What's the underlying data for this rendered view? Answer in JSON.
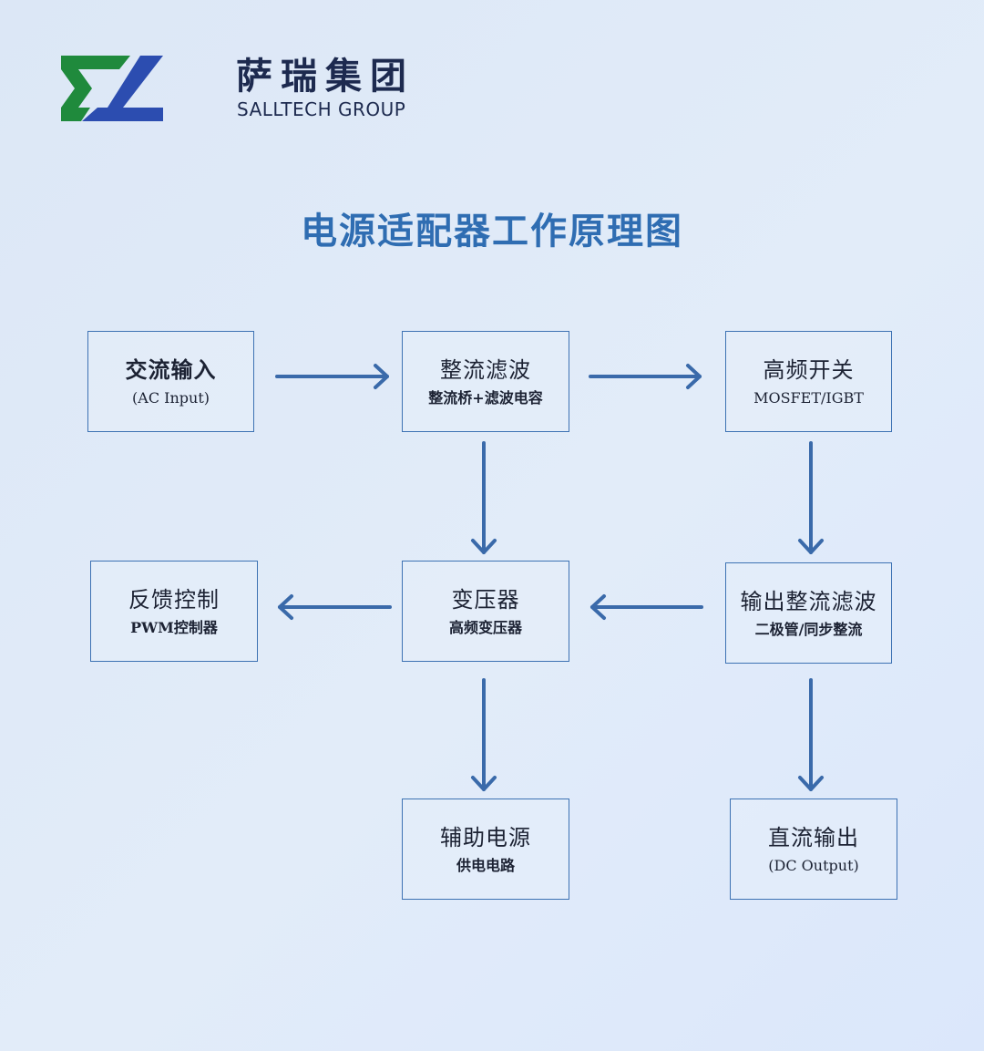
{
  "brand": {
    "name_cn": "萨瑞集团",
    "name_en": "SALLTECH GROUP",
    "colors": {
      "green": "#1f8a3c",
      "blue": "#2c4db0",
      "text": "#1d2a4f"
    }
  },
  "title": "电源适配器工作原理图",
  "colors": {
    "title": "#2f6db2",
    "box_border": "#3d72b3",
    "arrow": "#3a6aaa"
  },
  "nodes": [
    {
      "id": "ac-input",
      "label": "交流输入",
      "sub": "(AC Input)"
    },
    {
      "id": "rectifier-filter",
      "label": "整流滤波",
      "sub": "整流桥+滤波电容"
    },
    {
      "id": "hf-switch",
      "label": "高频开关",
      "sub": "MOSFET/IGBT"
    },
    {
      "id": "feedback-control",
      "label": "反馈控制",
      "sub": "PWM控制器"
    },
    {
      "id": "transformer",
      "label": "变压器",
      "sub": "高频变压器"
    },
    {
      "id": "output-rectifier-filter",
      "label": "输出整流滤波",
      "sub": "二极管/同步整流"
    },
    {
      "id": "aux-power",
      "label": "辅助电源",
      "sub": "供电电路"
    },
    {
      "id": "dc-output",
      "label": "直流输出",
      "sub": "(DC Output)"
    }
  ],
  "edges": [
    {
      "from": "ac-input",
      "to": "rectifier-filter"
    },
    {
      "from": "rectifier-filter",
      "to": "hf-switch"
    },
    {
      "from": "rectifier-filter",
      "to": "transformer"
    },
    {
      "from": "hf-switch",
      "to": "output-rectifier-filter"
    },
    {
      "from": "output-rectifier-filter",
      "to": "transformer"
    },
    {
      "from": "transformer",
      "to": "feedback-control"
    },
    {
      "from": "transformer",
      "to": "aux-power"
    },
    {
      "from": "output-rectifier-filter",
      "to": "dc-output"
    }
  ]
}
